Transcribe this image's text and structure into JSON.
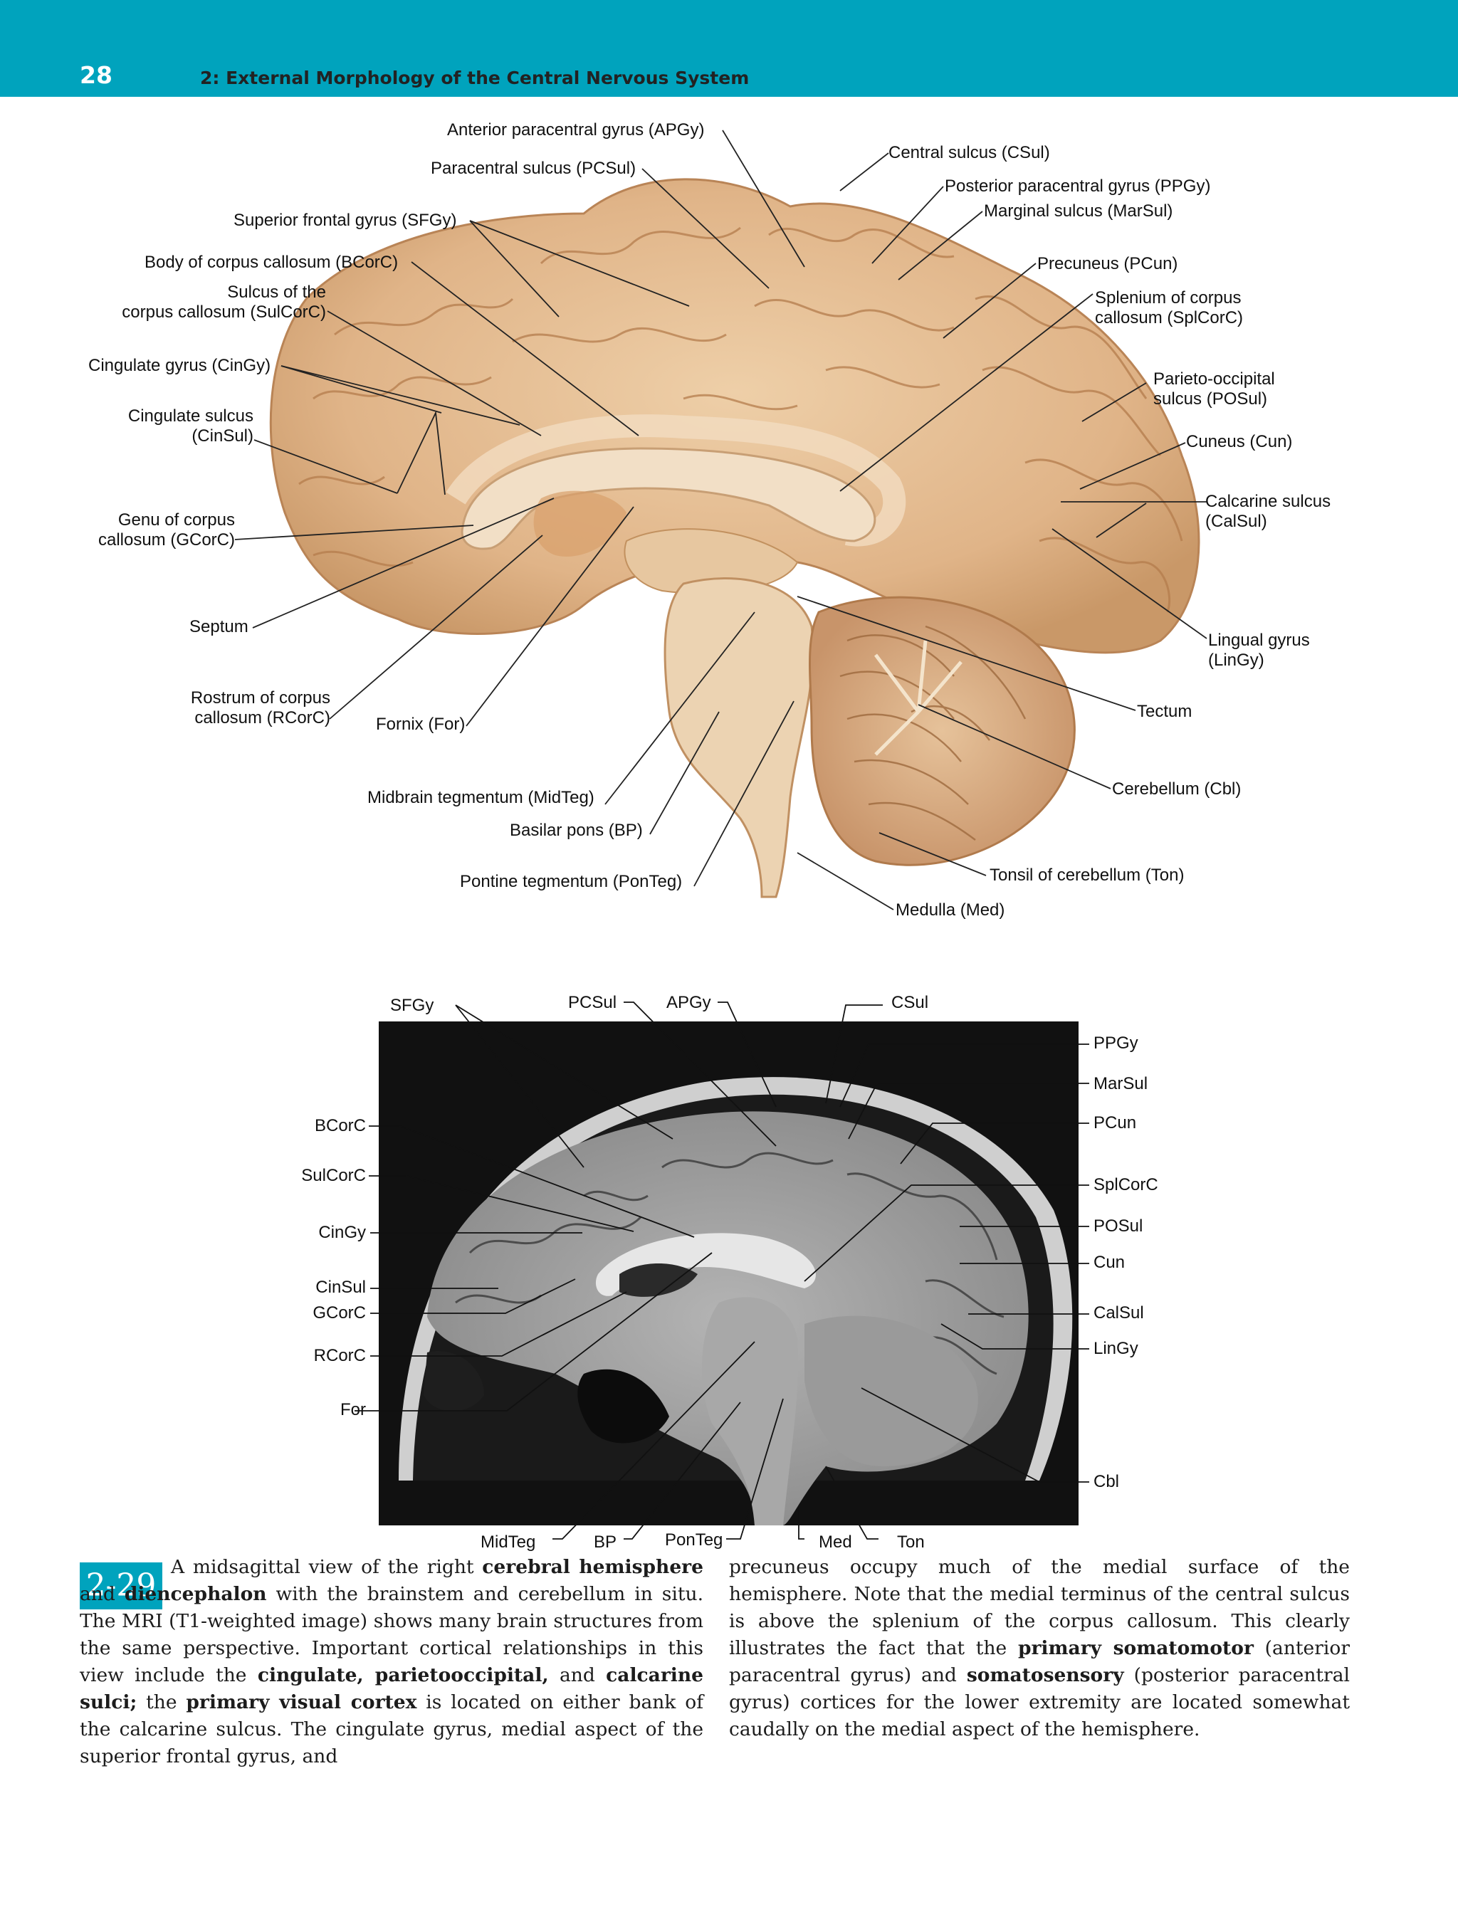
{
  "header": {
    "page_number": "28",
    "chapter_title": "2: External Morphology of the Central Nervous System",
    "color": "#00a3bd"
  },
  "photo_labels": {
    "apgy": "Anterior paracentral gyrus (APGy)",
    "csul": "Central sulcus (CSul)",
    "pcsul": "Paracentral sulcus (PCSul)",
    "ppgy": "Posterior paracentral gyrus (PPGy)",
    "sfgy": "Superior frontal gyrus (SFGy)",
    "marsul": "Marginal sulcus (MarSul)",
    "bcorc": "Body of corpus callosum (BCorC)",
    "pcun": "Precuneus (PCun)",
    "sulcorc_1": "Sulcus of the",
    "sulcorc_2": "corpus callosum (SulCorC)",
    "splcorc_1": "Splenium of corpus",
    "splcorc_2": "callosum (SplCorC)",
    "cingy": "Cingulate gyrus (CinGy)",
    "posul_1": "Parieto-occipital",
    "posul_2": "sulcus (POSul)",
    "cinsul_1": "Cingulate sulcus",
    "cinsul_2": "(CinSul)",
    "cun": "Cuneus (Cun)",
    "calsul_1": "Calcarine sulcus",
    "calsul_2": "(CalSul)",
    "gcorc_1": "Genu of corpus",
    "gcorc_2": "callosum (GCorC)",
    "septum": "Septum",
    "lingy_1": "Lingual gyrus",
    "lingy_2": "(LinGy)",
    "rcorc_1": "Rostrum of corpus",
    "rcorc_2": "callosum (RCorC)",
    "for": "Fornix (For)",
    "tectum": "Tectum",
    "midteg": "Midbrain tegmentum (MidTeg)",
    "cbl": "Cerebellum (Cbl)",
    "bp": "Basilar pons (BP)",
    "ponteg": "Pontine tegmentum (PonTeg)",
    "ton": "Tonsil of cerebellum (Ton)",
    "med": "Medulla (Med)"
  },
  "mri_labels": {
    "sfgy": "SFGy",
    "pcsul": "PCSul",
    "apgy": "APGy",
    "csul": "CSul",
    "ppgy": "PPGy",
    "marsul": "MarSul",
    "pcun": "PCun",
    "bcorc": "BCorC",
    "sulcorc": "SulCorC",
    "splcorc": "SplCorC",
    "cingy": "CinGy",
    "posul": "POSul",
    "cun": "Cun",
    "cinsul": "CinSul",
    "gcorc": "GCorC",
    "calsul": "CalSul",
    "rcorc": "RCorC",
    "lingy": "LinGy",
    "for": "For",
    "cbl": "Cbl",
    "midteg": "MidTeg",
    "bp": "BP",
    "ponteg": "PonTeg",
    "med": "Med",
    "ton": "Ton"
  },
  "caption": {
    "figure_number": "2-29",
    "left_p1": "A midsagittal view of the right ",
    "left_b1": "cerebral hemisphere",
    "left_p2": " and ",
    "left_b2": "diencephalon",
    "left_p3": " with the brainstem and cerebellum in situ. The MRI (T1-weighted image) shows many brain structures from the same perspective. Important cortical relationships in this view include the ",
    "left_b3": "cingulate, parietooccipital,",
    "left_p4": " and ",
    "left_b4": "calcarine sulci;",
    "left_p5": " the ",
    "left_b5": "primary visual cortex",
    "left_p6": " is located on either bank of the calcarine sulcus. The cingulate gyrus, medial aspect of the superior frontal gyrus, and",
    "right_p1": "precuneus occupy much of the medial surface of the hemisphere. Note that the medial terminus of the central sulcus is above the splenium of the corpus callosum. This clearly illustrates the fact that the ",
    "right_b1": "primary somatomotor",
    "right_p2": " (anterior paracentral gyrus) and ",
    "right_b2": "somatosensory",
    "right_p3": " (posterior paracentral gyrus) cortices for the lower extremity are located somewhat caudally on the medial aspect of the hemisphere."
  }
}
